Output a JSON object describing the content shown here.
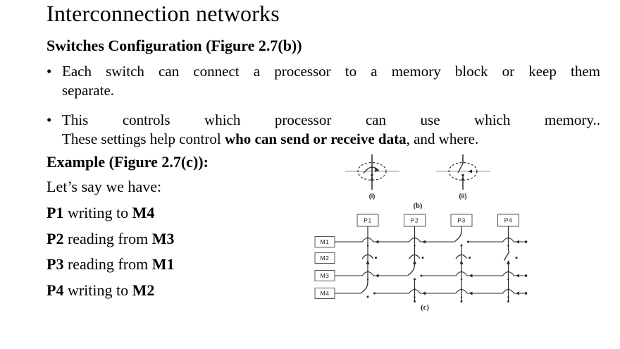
{
  "slide": {
    "title": "Interconnection networks",
    "heading": "Switches Configuration (Figure 2.7(b))",
    "bullet_char": "•",
    "bullets": [
      {
        "lines": [
          {
            "text": "Each switch can connect a processor to a memory block or keep them"
          },
          {
            "text": "separate."
          }
        ]
      },
      {
        "lines": [
          {
            "text": "This controls which processor can use which memory.."
          },
          {
            "segments": [
              {
                "t": "These settings help control "
              },
              {
                "t": "who can send or receive data",
                "b": true
              },
              {
                "t": ", and where."
              }
            ]
          }
        ]
      }
    ],
    "example_heading": "Example (Figure 2.7(c)):",
    "intro": "Let’s say we have:",
    "assignments": [
      {
        "segments": [
          {
            "t": "P1",
            "b": true
          },
          {
            "t": " writing to "
          },
          {
            "t": "M4",
            "b": true
          }
        ]
      },
      {
        "segments": [
          {
            "t": "P2",
            "b": true
          },
          {
            "t": " reading from "
          },
          {
            "t": "M3",
            "b": true
          }
        ]
      },
      {
        "segments": [
          {
            "t": "P3",
            "b": true
          },
          {
            "t": " reading from "
          },
          {
            "t": "M1",
            "b": true
          }
        ]
      },
      {
        "segments": [
          {
            "t": "P4",
            "b": true
          },
          {
            "t": " writing to "
          },
          {
            "t": "M2",
            "b": true
          }
        ]
      }
    ]
  },
  "figure_b": {
    "caption": "(b)",
    "switches": [
      {
        "id": "(i)",
        "state": "turn-connected"
      },
      {
        "id": "(ii)",
        "state": "open"
      }
    ]
  },
  "figure_c": {
    "caption": "(c)",
    "processors": [
      "P1",
      "P2",
      "P3",
      "P4"
    ],
    "memories": [
      "M1",
      "M2",
      "M3",
      "M4"
    ],
    "switch_grid": [
      [
        "bump",
        "bump",
        "turn",
        "bump"
      ],
      [
        "cap",
        "cap",
        "cap",
        "diag"
      ],
      [
        "bump",
        "turn",
        "bump",
        "bump"
      ],
      [
        "turn",
        "bump",
        "bump",
        "bump"
      ]
    ]
  },
  "colors": {
    "text": "#000000",
    "line": "#2a2a2a",
    "gray_bus": "#9a9a9a",
    "background": "#ffffff"
  }
}
